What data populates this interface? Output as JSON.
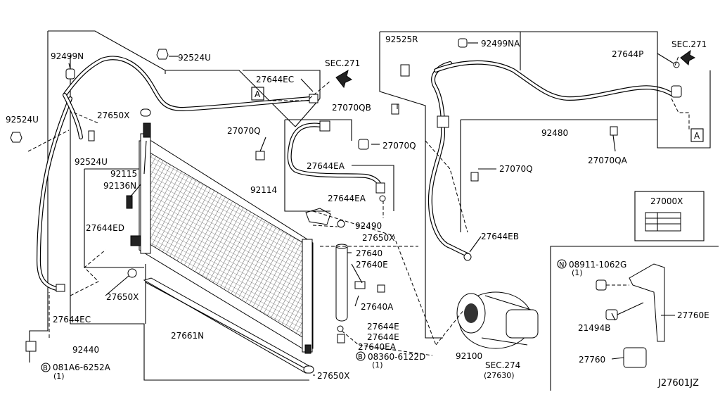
{
  "diagram_id": "J27601JZ",
  "labels": {
    "l92499N": "92499N",
    "l92524U_a": "92524U",
    "l92524U_b": "92524U",
    "l92524U_c": "92524U",
    "l27644EC_a": "27644EC",
    "l27644EC_b": "27644EC",
    "sec271_a": "SEC.271",
    "sec271_b": "SEC.271",
    "ref_A1": "A",
    "ref_A2": "A",
    "l27650X_a": "27650X",
    "l27650X_b": "27650X",
    "l27650X_c": "27650X",
    "l27650X_d": "27650X",
    "l27070Q_a": "27070Q",
    "l27070Q_b": "27070Q",
    "l27070Q_c": "27070Q",
    "l27070QB": "27070QB",
    "l27070QA": "27070QA",
    "l92115": "92115",
    "l92136N": "92136N",
    "l92114": "92114",
    "l27644EA_a": "27644EA",
    "l27644EA_b": "27644EA",
    "l27644ED": "27644ED",
    "l92490": "92490",
    "l27640": "27640",
    "l27640E": "27640E",
    "l27640A": "27640A",
    "l27644E_a": "27644E",
    "l27644E_b": "27644E",
    "l27640EA": "27640EA",
    "l08360": "08360-6122D",
    "l08360_qty": "(1)",
    "l92440": "92440",
    "l081A6": "081A6-6252A",
    "l081A6_qty": "(1)",
    "l27661N": "27661N",
    "l92100": "92100",
    "sec274": "SEC.274",
    "sec274_sub": "(27630)",
    "l92525R": "92525R",
    "l92499NA": "92499NA",
    "l27644P": "27644P",
    "l92480": "92480",
    "l27644EB": "27644EB",
    "l27000X": "27000X",
    "l08911": "08911-1062G",
    "l08911_qty": "(1)",
    "l27760E": "27760E",
    "l21494B": "21494B",
    "l27760": "27760",
    "badge_B": "B",
    "badge_N": "N"
  }
}
